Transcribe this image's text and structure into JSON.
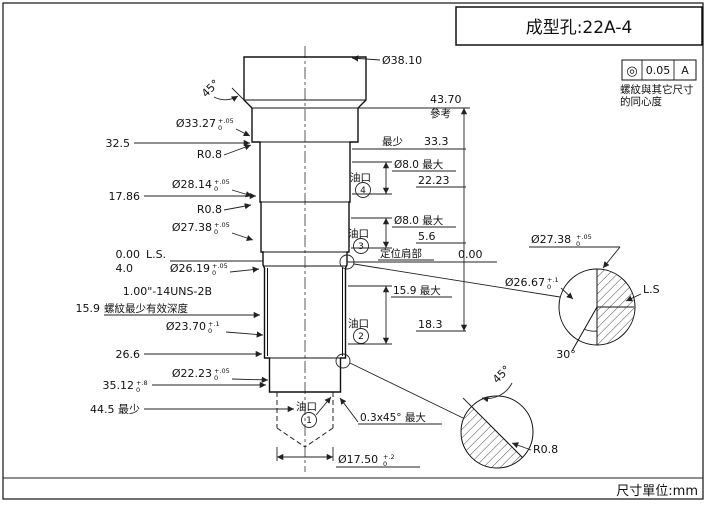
{
  "page": {
    "title": "成型孔:22A-4",
    "units": "尺寸單位:mm"
  },
  "fcf": {
    "symbol": "◎",
    "value": "0.05",
    "datum": "A",
    "note1": "螺紋與其它尺寸",
    "note2": "的同心度"
  },
  "left": {
    "chamfer": "45°",
    "d3327": "Ø33.27",
    "d3327_tu": "+.05",
    "d3327_tl": "0",
    "l325": "32.5",
    "r08a": "R0.8",
    "d2814": "Ø28.14",
    "d2814_tu": "+.05",
    "d2814_tl": "0",
    "l1786": "17.86",
    "r08b": "R0.8",
    "d2738": "Ø27.38",
    "d2738_tu": "+.05",
    "d2738_tl": "0",
    "zero": "0.00",
    "ls": "L.S.",
    "l40": "4.0",
    "d2619": "Ø26.19",
    "d2619_tu": "+.05",
    "d2619_tl": "0",
    "thread": "1.00\"-14UNS-2B",
    "l159": "15.9",
    "thread_note": "螺紋最少有效深度",
    "d2370": "Ø23.70",
    "d2370_tu": "+.1",
    "d2370_tl": "0",
    "l266": "26.6",
    "d2223": "Ø22.23",
    "d2223_tu": "+.05",
    "d2223_tl": "0",
    "l3512": "35.12",
    "l3512_tu": "+.8",
    "l3512_tl": "0",
    "l445": "44.5 最少"
  },
  "right": {
    "d3810": "Ø38.10",
    "l4370": "43.70",
    "ref": "參考",
    "min": "最少",
    "l333": "33.3",
    "port4_d": "Ø8.0 最大",
    "l2223": "22.23",
    "port3_d": "Ø8.0 最大",
    "l56": "5.6",
    "shoulder": "定位肩部",
    "zero": "0.00",
    "port2_d": "15.9 最大",
    "l183": "18.3",
    "chamfer_b": "0.3x45° 最大",
    "d1750": "Ø17.50",
    "d1750_tu": "+.2",
    "d1750_tl": "0"
  },
  "ports": [
    {
      "label": "油口",
      "num": "4"
    },
    {
      "label": "油口",
      "num": "3"
    },
    {
      "label": "油口",
      "num": "2"
    },
    {
      "label": "油口",
      "num": "1"
    }
  ],
  "detail_ls": {
    "d2738": "Ø27.38",
    "d2738_tu": "+.05",
    "d2738_tl": "0",
    "d2667": "Ø26.67",
    "d2667_tu": "+.1",
    "d2667_tl": "0",
    "ls": "L.S",
    "angle": "30°"
  },
  "detail_ch": {
    "angle": "45°",
    "radius": "R0.8"
  }
}
